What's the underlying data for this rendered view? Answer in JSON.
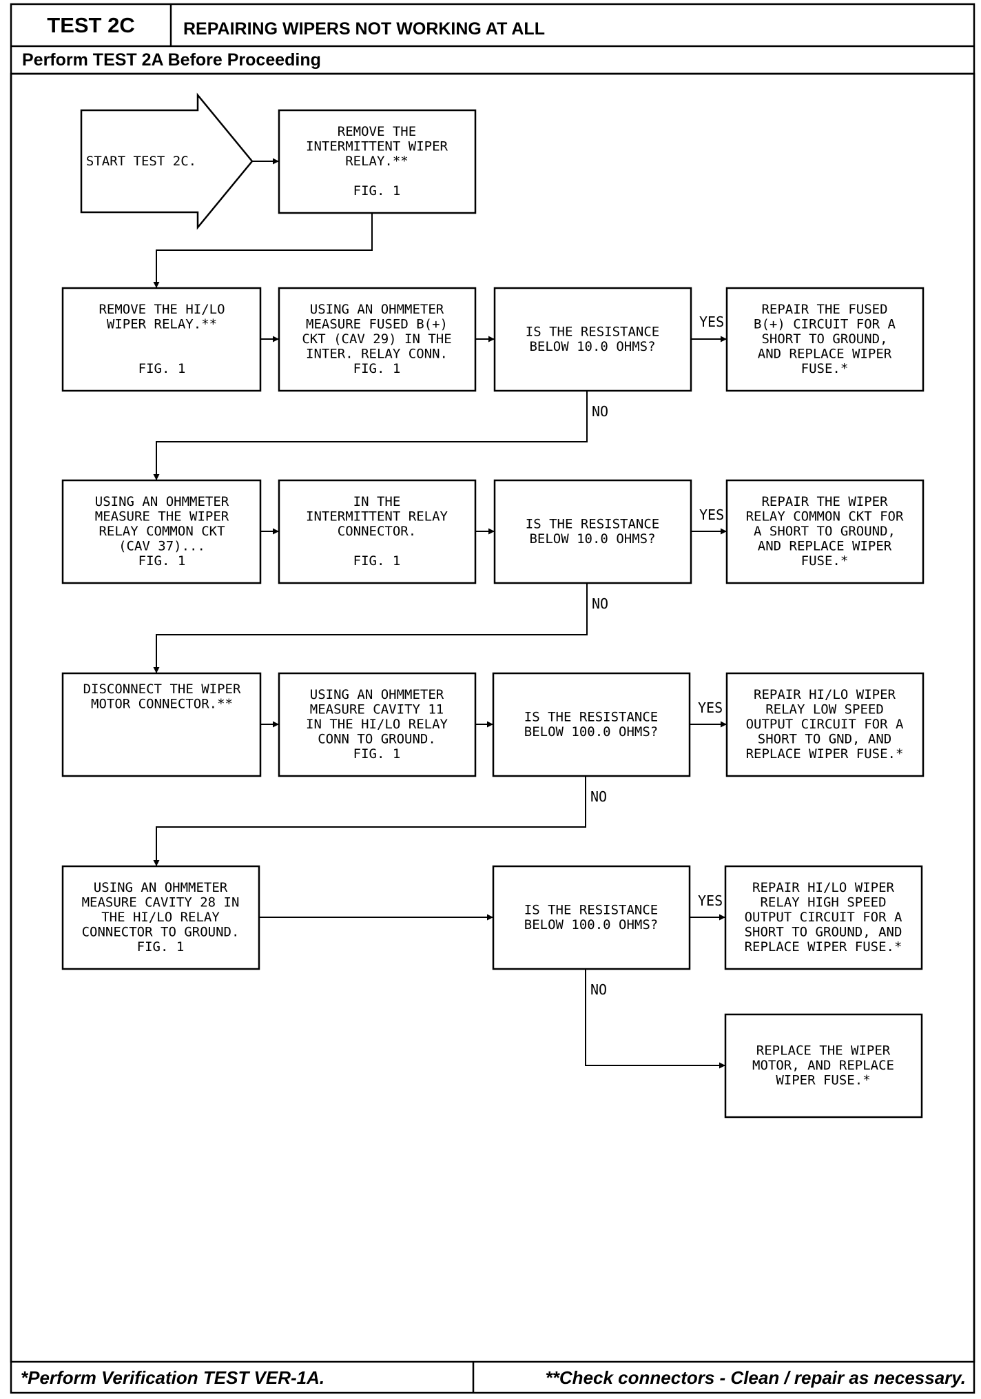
{
  "header": {
    "test_id": "TEST 2C",
    "title": "REPAIRING WIPERS NOT WORKING AT ALL",
    "subtitle": "Perform TEST 2A Before Proceeding"
  },
  "footer": {
    "left": "*Perform Verification TEST VER-1A.",
    "right": "**Check connectors - Clean / repair as necessary."
  },
  "flow": {
    "start": [
      "START TEST 2C."
    ],
    "remove_intermittent": [
      "REMOVE THE",
      "INTERMITTENT WIPER",
      "RELAY.**",
      "",
      "FIG. 1"
    ],
    "r1": {
      "step1": [
        "REMOVE THE HI/LO",
        "WIPER RELAY.**",
        "",
        "",
        "FIG. 1"
      ],
      "step2": [
        "USING AN OHMMETER",
        "MEASURE FUSED B(+)",
        "CKT (CAV 29) IN THE",
        "INTER. RELAY CONN.",
        "FIG. 1"
      ],
      "question": [
        "IS THE RESISTANCE",
        "BELOW 10.0 OHMS?"
      ],
      "repair": [
        "REPAIR THE FUSED",
        "B(+) CIRCUIT FOR A",
        "SHORT TO GROUND,",
        "AND REPLACE WIPER",
        "FUSE.*"
      ]
    },
    "r2": {
      "step1": [
        "USING AN OHMMETER",
        "MEASURE THE WIPER",
        "RELAY COMMON CKT",
        "(CAV 37)...",
        "FIG. 1"
      ],
      "step2": [
        "IN THE",
        "INTERMITTENT RELAY",
        "CONNECTOR.",
        "",
        "FIG. 1"
      ],
      "question": [
        "IS THE RESISTANCE",
        "BELOW 10.0 OHMS?"
      ],
      "repair": [
        "REPAIR THE WIPER",
        "RELAY COMMON CKT FOR",
        "A SHORT TO GROUND,",
        "AND REPLACE WIPER",
        "FUSE.*"
      ]
    },
    "r3": {
      "step1": [
        "DISCONNECT THE WIPER",
        "MOTOR CONNECTOR.**"
      ],
      "step2": [
        "USING AN OHMMETER",
        "MEASURE CAVITY 11",
        "IN THE HI/LO RELAY",
        "CONN TO GROUND.",
        "FIG. 1"
      ],
      "question": [
        "IS THE RESISTANCE",
        "BELOW 100.0 OHMS?"
      ],
      "repair": [
        "REPAIR HI/LO WIPER",
        "RELAY LOW SPEED",
        "OUTPUT CIRCUIT FOR A",
        "SHORT TO GND, AND",
        "REPLACE WIPER FUSE.*"
      ]
    },
    "r4": {
      "step1": [
        "USING AN OHMMETER",
        "MEASURE CAVITY 28 IN",
        "THE HI/LO RELAY",
        "CONNECTOR TO GROUND.",
        "FIG. 1"
      ],
      "question": [
        "IS THE RESISTANCE",
        "BELOW 100.0 OHMS?"
      ],
      "repair": [
        "REPAIR HI/LO WIPER",
        "RELAY HIGH SPEED",
        "OUTPUT CIRCUIT FOR A",
        "SHORT TO GROUND, AND",
        "REPLACE WIPER FUSE.*"
      ]
    },
    "final": [
      "REPLACE THE WIPER",
      "MOTOR, AND REPLACE",
      "WIPER FUSE.*"
    ],
    "yes_label": "YES",
    "no_label": "NO"
  }
}
